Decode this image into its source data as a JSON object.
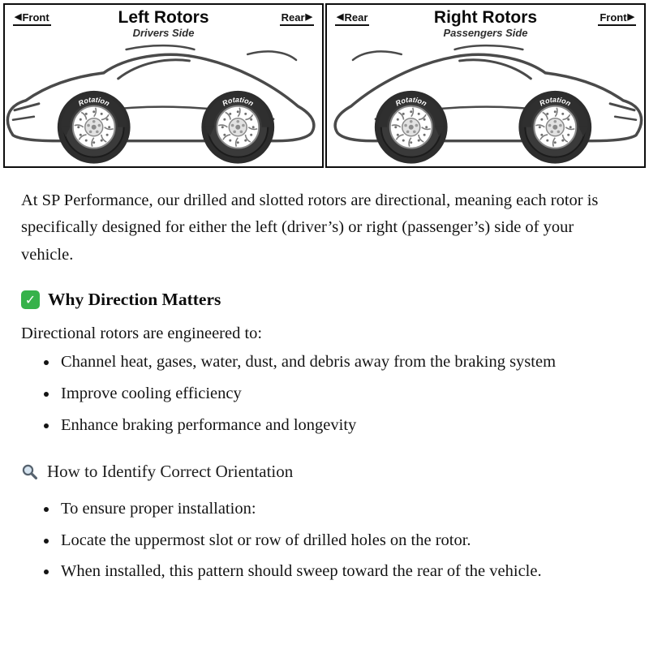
{
  "diagram": {
    "rotation_label": "Rotation",
    "left_panel": {
      "left_arrow_label": "Front",
      "title": "Left Rotors",
      "subtitle": "Drivers Side",
      "right_arrow_label": "Rear"
    },
    "right_panel": {
      "left_arrow_label": "Rear",
      "title": "Right Rotors",
      "subtitle": "Passengers Side",
      "right_arrow_label": "Front"
    }
  },
  "icons": {
    "check_glyph": "✓"
  },
  "content": {
    "intro": "At SP Performance, our drilled and slotted rotors are directional, meaning each rotor is specifically designed for either the left (driver’s) or right (passenger’s) side of your vehicle.",
    "section1": {
      "heading": "Why Direction Matters",
      "lead": "Directional rotors are engineered to:",
      "bullets": [
        "Channel heat, gases, water, dust, and debris away from the braking system",
        "Improve cooling efficiency",
        "Enhance braking performance and longevity"
      ]
    },
    "section2": {
      "heading": "How to Identify Correct Orientation",
      "bullets": [
        "To ensure proper installation:",
        "Locate the uppermost slot or row of drilled holes on the rotor.",
        "When installed, this pattern should sweep toward the rear of the vehicle."
      ]
    }
  }
}
